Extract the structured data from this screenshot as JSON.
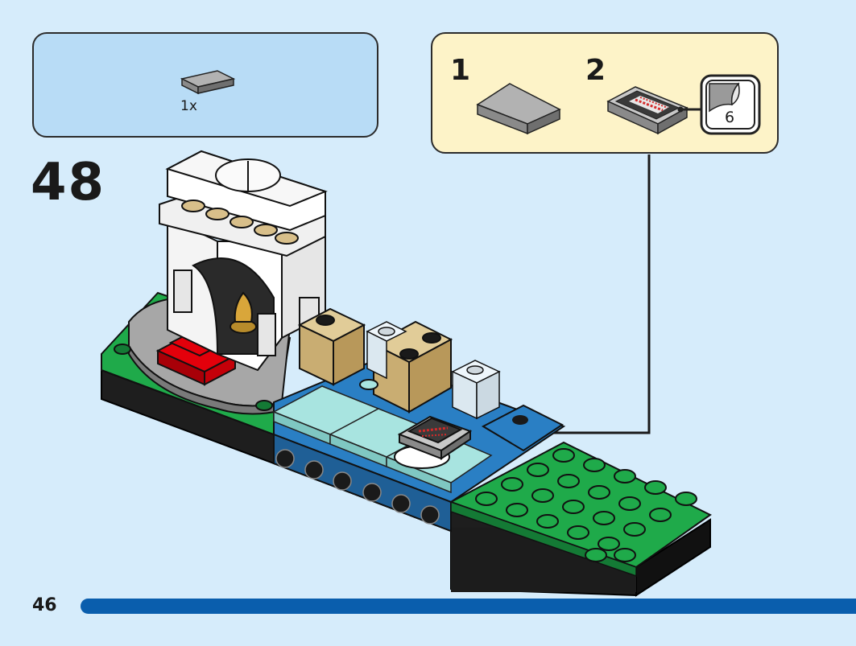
{
  "parts_list": {
    "items": [
      {
        "part": "grey-tile-1x2-icon",
        "quantity": "1x"
      }
    ]
  },
  "callout": {
    "sub_steps": [
      {
        "number": "1",
        "part": "grey-tile-1x2-icon"
      },
      {
        "number": "2",
        "part": "printed-tile-with-sticker-icon"
      }
    ],
    "sticker_number": "6"
  },
  "step": {
    "number": "48"
  },
  "page": {
    "number": "46",
    "progress": 1.0
  },
  "colors": {
    "background": "#d6ecfb",
    "parts_box": "#b8dcf6",
    "callout_box": "#fdf3c8",
    "progress_bar": "#0a5ead",
    "brick_green": "#1faa4a",
    "brick_red": "#e3000b",
    "brick_tan": "#d8bf8a",
    "brick_blue": "#2a7fc4",
    "brick_trans_teal": "#a8e4e0"
  }
}
